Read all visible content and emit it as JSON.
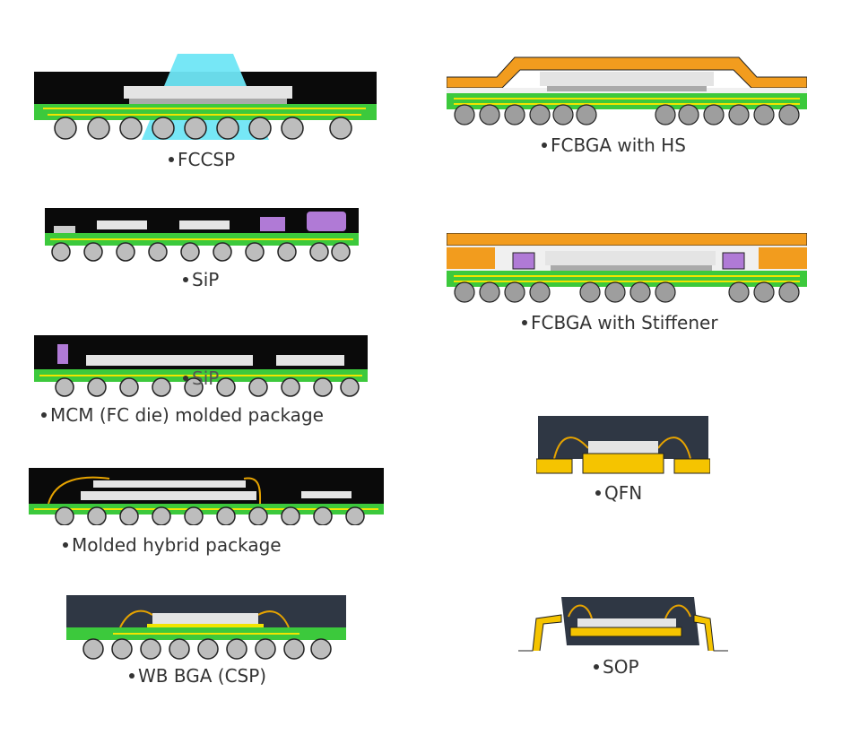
{
  "palette": {
    "mold": "#0a0a0a",
    "mold_dark_gray": "#2f3744",
    "substrate": "#3cc93c",
    "trace": "#f2e400",
    "die": "#e4e4e4",
    "ball": "#bdbdbd",
    "heat_spreader": "#f29c1e",
    "passive": "#b07ad6",
    "wire": "#e6a300",
    "lead": "#f5c400",
    "underfill": "#6fe6f5"
  },
  "labels": {
    "fccsp": "FCCSP",
    "sip": "SiP",
    "mcm": "MCM (FC die) molded package",
    "mcm_overlay": "SiP",
    "molded_hybrid": "Molded hybrid package",
    "wb_bga": "WB BGA (CSP)",
    "fcbga_hs": "FCBGA with HS",
    "fcbga_stiffener": "FCBGA with Stiffener",
    "qfn": "QFN",
    "sop": "SOP"
  }
}
